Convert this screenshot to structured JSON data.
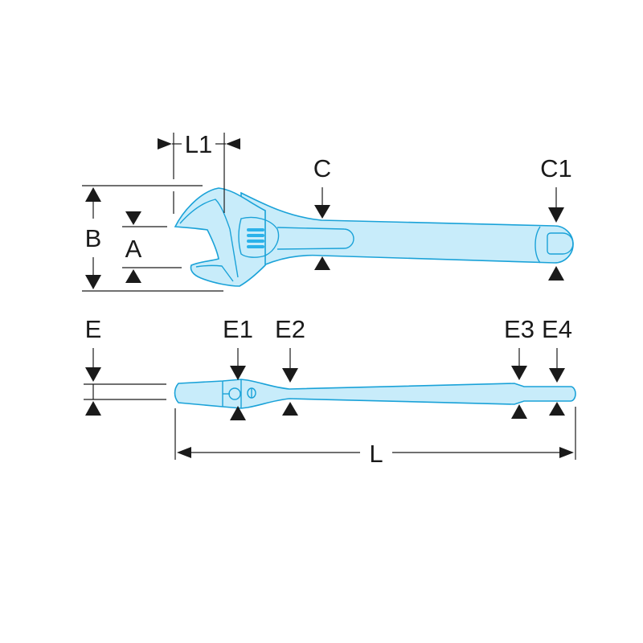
{
  "diagram": {
    "subject": "Adjustable wrench dimension drawing",
    "colors": {
      "tool_fill": "#c8ecfa",
      "tool_outline": "#1aa2d8",
      "annotation": "#1a1a1a",
      "background": "#ffffff"
    },
    "top_view": {
      "labels": {
        "L1": "L1",
        "C": "C",
        "C1": "C1",
        "B": "B",
        "A": "A"
      }
    },
    "side_view": {
      "labels": {
        "E": "E",
        "E1": "E1",
        "E2": "E2",
        "E3": "E3",
        "E4": "E4",
        "L": "L"
      }
    }
  }
}
